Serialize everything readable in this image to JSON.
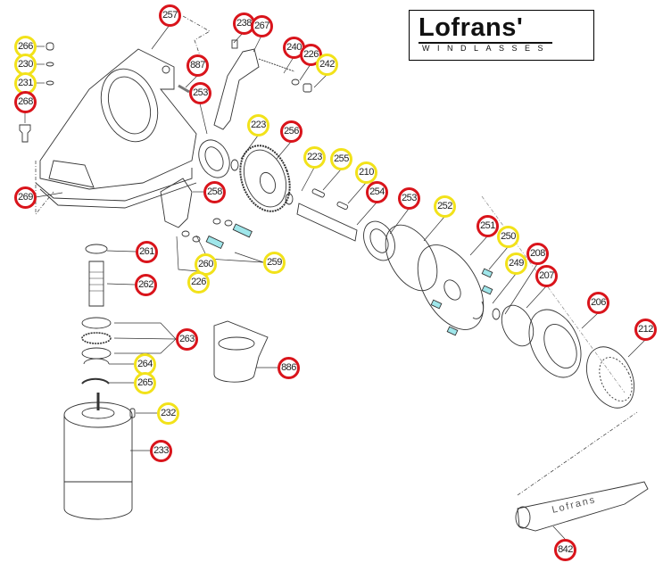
{
  "logo": {
    "brand": "Lofrans'",
    "subtitle": "WINDLASSES"
  },
  "handle_engraving": "Lofrans",
  "colors": {
    "red_ring": "#d9141b",
    "yellow_ring": "#f2e21a",
    "line": "#333333",
    "cyan_bolt": "#9fe6ea"
  },
  "callouts": [
    {
      "number": "257",
      "ring": "red"
    },
    {
      "number": "238",
      "ring": "red"
    },
    {
      "number": "267",
      "ring": "red"
    },
    {
      "number": "266",
      "ring": "yellow"
    },
    {
      "number": "230",
      "ring": "yellow"
    },
    {
      "number": "231",
      "ring": "yellow"
    },
    {
      "number": "268",
      "ring": "red"
    },
    {
      "number": "887",
      "ring": "red"
    },
    {
      "number": "253",
      "ring": "red"
    },
    {
      "number": "240",
      "ring": "red"
    },
    {
      "number": "226",
      "ring": "red"
    },
    {
      "number": "242",
      "ring": "yellow"
    },
    {
      "number": "223",
      "ring": "yellow"
    },
    {
      "number": "256",
      "ring": "red"
    },
    {
      "number": "223",
      "ring": "yellow"
    },
    {
      "number": "255",
      "ring": "yellow"
    },
    {
      "number": "210",
      "ring": "yellow"
    },
    {
      "number": "254",
      "ring": "red"
    },
    {
      "number": "253",
      "ring": "red"
    },
    {
      "number": "252",
      "ring": "yellow"
    },
    {
      "number": "251",
      "ring": "red"
    },
    {
      "number": "250",
      "ring": "yellow"
    },
    {
      "number": "249",
      "ring": "yellow"
    },
    {
      "number": "208",
      "ring": "red"
    },
    {
      "number": "207",
      "ring": "red"
    },
    {
      "number": "206",
      "ring": "red"
    },
    {
      "number": "212",
      "ring": "red"
    },
    {
      "number": "269",
      "ring": "red"
    },
    {
      "number": "258",
      "ring": "red"
    },
    {
      "number": "261",
      "ring": "red"
    },
    {
      "number": "262",
      "ring": "red"
    },
    {
      "number": "260",
      "ring": "yellow"
    },
    {
      "number": "226",
      "ring": "yellow"
    },
    {
      "number": "259",
      "ring": "yellow"
    },
    {
      "number": "263",
      "ring": "red"
    },
    {
      "number": "264",
      "ring": "yellow"
    },
    {
      "number": "265",
      "ring": "yellow"
    },
    {
      "number": "232",
      "ring": "yellow"
    },
    {
      "number": "233",
      "ring": "red"
    },
    {
      "number": "886",
      "ring": "red"
    },
    {
      "number": "842",
      "ring": "red"
    }
  ]
}
